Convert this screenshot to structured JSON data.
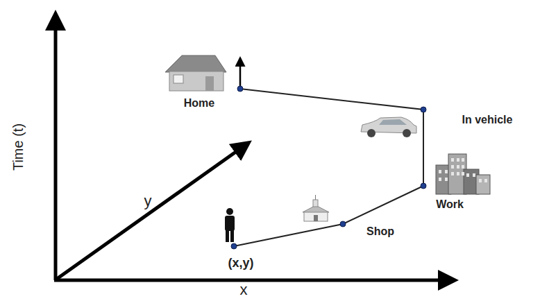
{
  "diagram": {
    "labels": [
      "Time (t)",
      "y",
      "Home",
      "In vehicle",
      "Work",
      "Shop",
      "(x,y)",
      "x"
    ]
  }
}
